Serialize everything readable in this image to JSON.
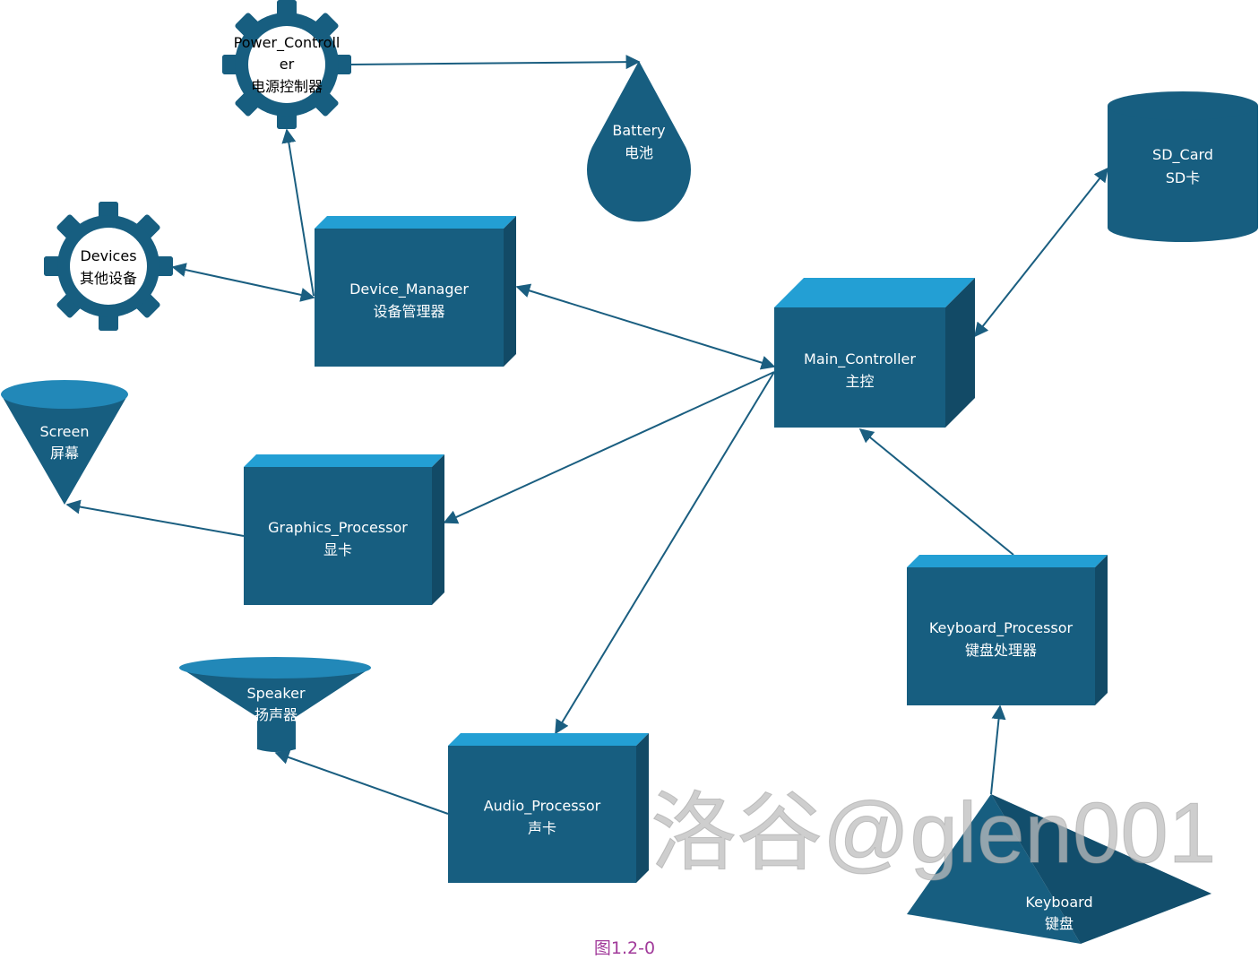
{
  "colors": {
    "face": "#175e80",
    "top": "#239fd4",
    "side": "#124a66",
    "line": "#1a5e80"
  },
  "nodes": {
    "power": {
      "name": "Power_Controll",
      "name2": "er",
      "cn": "电源控制器"
    },
    "battery": {
      "name": "Battery",
      "cn": "电池"
    },
    "sd": {
      "name": "SD_Card",
      "cn": "SD卡"
    },
    "devices": {
      "name": "Devices",
      "cn": "其他设备"
    },
    "device_manager": {
      "name": "Device_Manager",
      "cn": "设备管理器"
    },
    "main": {
      "name": "Main_Controller",
      "cn": "主控"
    },
    "screen": {
      "name": "Screen",
      "cn": "屏幕"
    },
    "graphics": {
      "name": "Graphics_Processor",
      "cn": "显卡"
    },
    "keyboard_proc": {
      "name": "Keyboard_Processor",
      "cn": "键盘处理器"
    },
    "speaker": {
      "name": "Speaker",
      "cn": "扬声器"
    },
    "audio": {
      "name": "Audio_Processor",
      "cn": "声卡"
    },
    "keyboard": {
      "name": "Keyboard",
      "cn": "键盘"
    }
  },
  "watermark": "洛谷@glen001",
  "caption": "图1.2-0"
}
